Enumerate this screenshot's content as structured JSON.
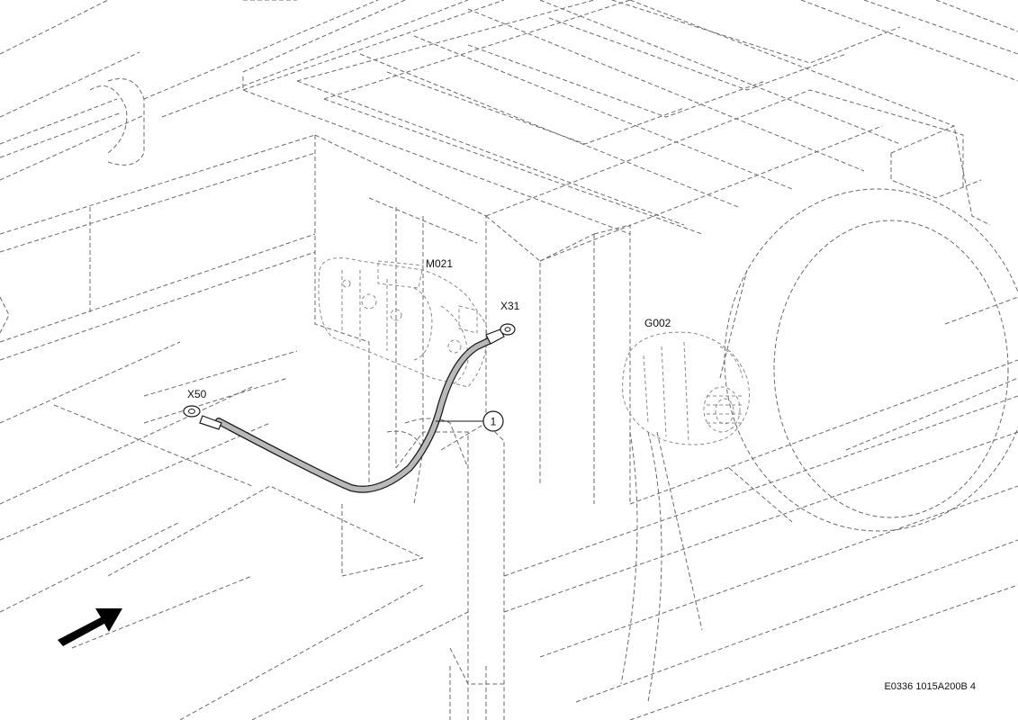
{
  "labels": {
    "starter": "M021",
    "terminal_starter": "X31",
    "terminal_ground": "X50",
    "alternator": "G002",
    "callout": "1"
  },
  "document_id": "E0336 1015A200B 4",
  "colors": {
    "cable_fill": "#b9b9b9",
    "cable_outline": "#1a1a1a",
    "hidden_lines": "#6a6a6a",
    "arrow": "#000000"
  },
  "icons": {
    "direction_arrow": "arrow-icon"
  }
}
